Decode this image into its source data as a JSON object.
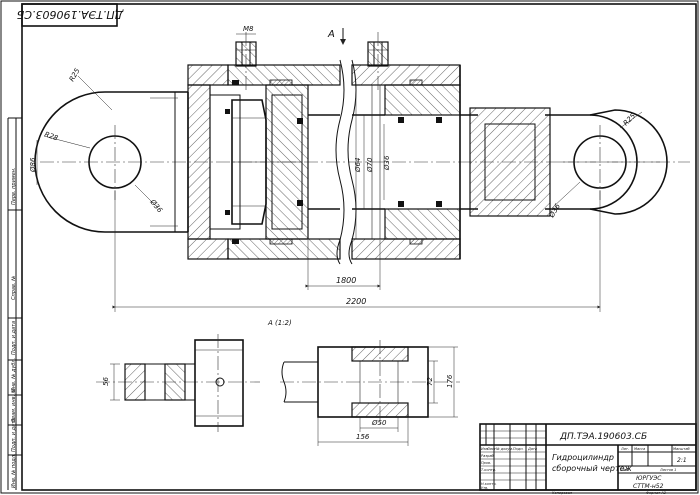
{
  "doc_code_rotated": "ДП.ТЭА.190603.СБ",
  "section_label": "А",
  "view_label": "А (1:2)",
  "port_thread": "М8",
  "dims": {
    "r_left_top": "R25",
    "r_left_mid": "R28",
    "bore_left": "Ø36",
    "pin_height": "Ø86",
    "r_right_top": "R25",
    "bore_right": "Ø36",
    "piston_dia": "Ø64",
    "rod_dia1": "Ø70",
    "rod_dia2": "Ø36",
    "stroke": "1800",
    "overall": "2200",
    "view_left_h": "56",
    "view_right_h1": "72",
    "view_right_h2": "176",
    "view_pin": "Ø50",
    "view_len": "156"
  },
  "left_margin_labels": [
    "Перв. примен.",
    "Справ. №",
    "Подп. и дата",
    "Инв. № дубл.",
    "Взам. инв. №",
    "Подп. и дата",
    "Инв. № подл."
  ],
  "title_block": {
    "code": "ДП.ТЭА.190603.СБ",
    "name_line1": "Гидроцилиндр",
    "name_line2": "сборочный чертеж",
    "headers": [
      "Лит.",
      "Масса",
      "Масштаб"
    ],
    "scale": "2:1",
    "org1": "ЮРГУЭС",
    "org2": "СТТМ-н52",
    "sheet_label": "Лист",
    "sheets_label": "Листов 1",
    "row_labels": [
      "Изм.",
      "Лист",
      "№ докум.",
      "Подп.",
      "Дата"
    ],
    "roles": [
      "Разраб.",
      "Пров.",
      "Т.контр.",
      "Н.контр.",
      "Утв."
    ],
    "copied": "Копировал",
    "format": "Формат А2"
  }
}
